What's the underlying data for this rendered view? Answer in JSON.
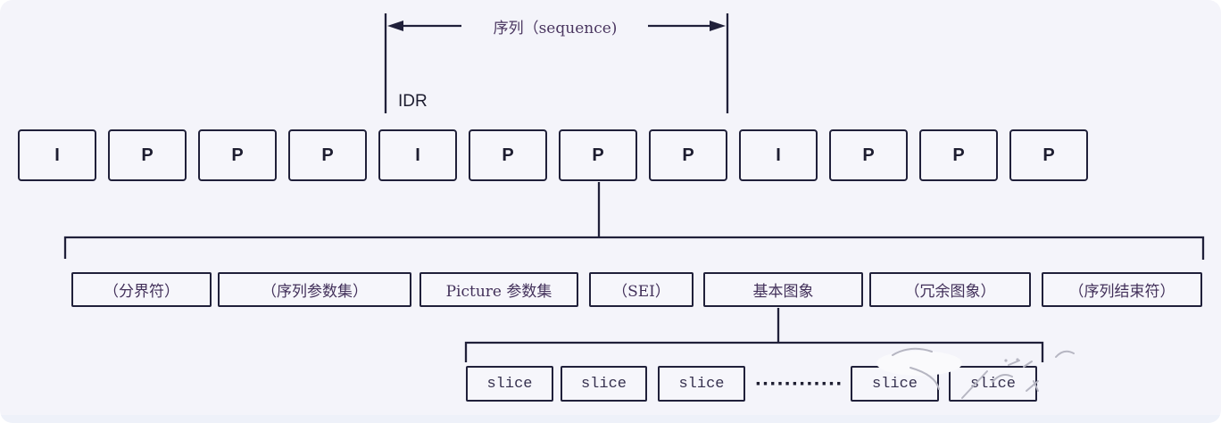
{
  "sequence_span": {
    "label": "序列（sequence)"
  },
  "idr": {
    "label": "IDR"
  },
  "frame_row": {
    "frames": [
      "I",
      "P",
      "P",
      "P",
      "I",
      "P",
      "P",
      "P",
      "I",
      "P",
      "P",
      "P"
    ]
  },
  "nal_row": {
    "items": [
      "（分界符）",
      "（序列参数集）",
      "Picture 参数集",
      "（SEI）",
      "基本图象",
      "（冗余图象）",
      "（序列结束符）"
    ]
  },
  "slice_row": {
    "items": [
      "slice",
      "slice",
      "slice",
      "slice",
      "slice"
    ],
    "ellipsis": "············"
  },
  "colors": {
    "background": "#f4f4fa",
    "line": "#20203a",
    "cjk_text": "#42305a",
    "latin_text": "#35304e",
    "watermark_artifact": "#b6b6c2"
  }
}
